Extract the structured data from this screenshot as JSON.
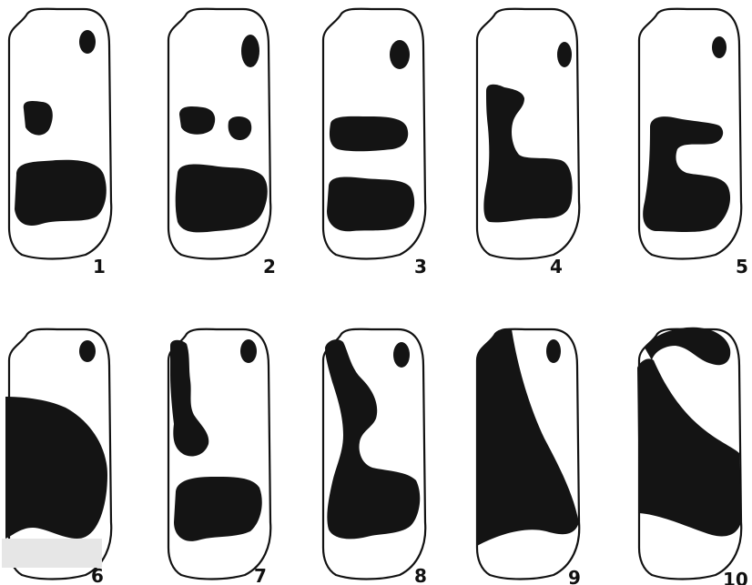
{
  "figure": {
    "panels": [
      {
        "id": "p1",
        "label": "1"
      },
      {
        "id": "p2",
        "label": "2"
      },
      {
        "id": "p3",
        "label": "3"
      },
      {
        "id": "p4",
        "label": "4"
      },
      {
        "id": "p5",
        "label": "5"
      },
      {
        "id": "p6",
        "label": "6"
      },
      {
        "id": "p7",
        "label": "7"
      },
      {
        "id": "p8",
        "label": "8"
      },
      {
        "id": "p9",
        "label": "9"
      },
      {
        "id": "p10",
        "label": "10"
      }
    ],
    "colors": {
      "ink": "#141414",
      "outline": "#111111",
      "background": "#ffffff"
    }
  }
}
